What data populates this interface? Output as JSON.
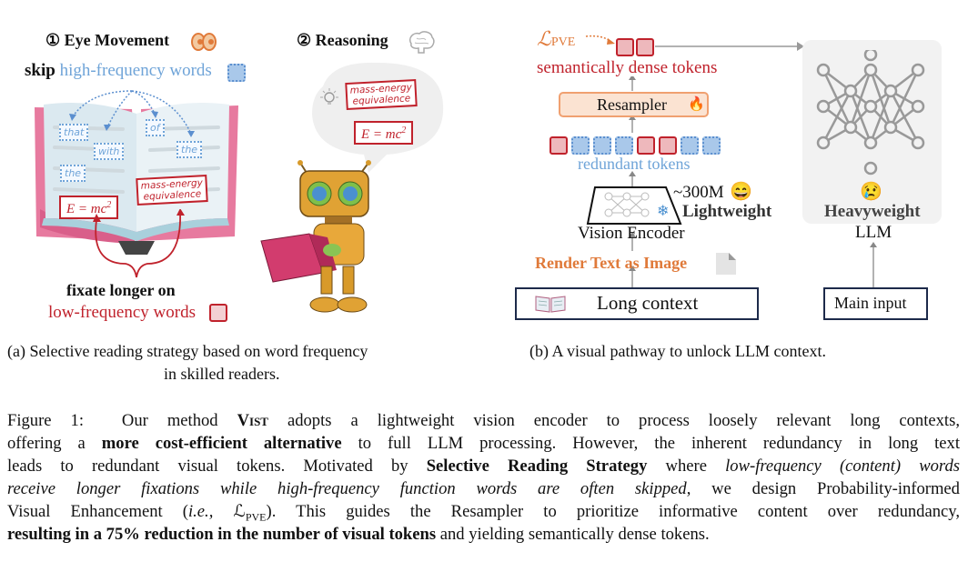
{
  "panel_a": {
    "step1": "① Eye Movement",
    "step2": "② Reasoning",
    "skip_label": "skip",
    "skip_words": "high-frequency words",
    "skipped_words": [
      "that",
      "with",
      "the",
      "of",
      "the"
    ],
    "equation": "E = mc",
    "equation_sup": "2",
    "concept_line1": "mass-energy",
    "concept_line2": "equivalence",
    "fixate_label": "fixate longer on",
    "fixate_words": "low-frequency words",
    "caption_line1": "(a) Selective reading strategy based on word frequency",
    "caption_line2": "in skilled readers."
  },
  "panel_b": {
    "loss": "ℒ",
    "loss_sub": "PVE",
    "dense_tokens": "semantically dense tokens",
    "resampler": "Resampler",
    "token_sequence": [
      "r",
      "b",
      "b",
      "b",
      "r",
      "r",
      "b",
      "b"
    ],
    "redundant_tokens": "redundant tokens",
    "encoder_size": "~300M",
    "encoder_weight": "Lightweight",
    "encoder_label": "Vision Encoder",
    "render_label": "Render Text as Image",
    "long_context": "Long context",
    "llm_weight": "Heavyweight",
    "llm_label": "LLM",
    "main_input": "Main input",
    "happy_emoji": "😄",
    "sad_emoji": "😢",
    "fire_emoji": "🔥",
    "snow_emoji": "❄",
    "caption": "(b) A visual pathway to unlock LLM context."
  },
  "figure_caption": {
    "lines": [
      [
        {
          "t": "Figure 1:  Our method "
        },
        {
          "t": "Vist",
          "s": "bsc"
        },
        {
          "t": " adopts a lightweight vision encoder to process loosely relevant long contexts,"
        }
      ],
      [
        {
          "t": "offering a "
        },
        {
          "t": "more cost-efficient alternative",
          "s": "b"
        },
        {
          "t": " to full LLM processing. However, the inherent redundancy in long text"
        }
      ],
      [
        {
          "t": "leads to redundant visual tokens. Motivated by "
        },
        {
          "t": "Selective Reading Strategy",
          "s": "b"
        },
        {
          "t": " where "
        },
        {
          "t": "low-frequency (content) words",
          "s": "i"
        }
      ],
      [
        {
          "t": "receive longer fixations while high-frequency function words are often skipped",
          "s": "i"
        },
        {
          "t": ", we design Probability-informed"
        }
      ],
      [
        {
          "t": "Visual Enhancement ("
        },
        {
          "t": "i.e.,",
          "s": "i"
        },
        {
          "t": " ℒ"
        },
        {
          "t": "PVE",
          "s": "sub"
        },
        {
          "t": "). This guides the Resampler to prioritize informative content over redundancy,"
        }
      ],
      [
        {
          "t": "resulting in a 75% reduction in the number of visual tokens",
          "s": "b"
        },
        {
          "t": " and yielding semantically dense tokens."
        }
      ]
    ]
  },
  "colors": {
    "red": "#c0222c",
    "blue": "#6fa4d8",
    "orange": "#e07a3a",
    "llm_panel": "#f2f2f2"
  }
}
